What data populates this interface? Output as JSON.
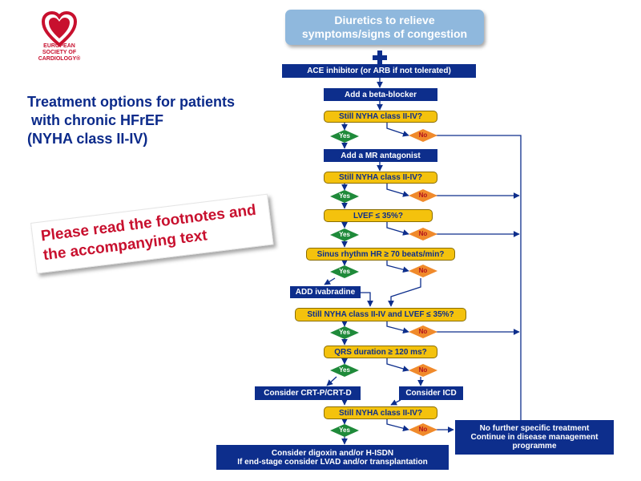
{
  "logo": {
    "text": "EUROPEAN\nSOCIETY OF\nCARDIOLOGY®",
    "icon": "esc-heart-logo"
  },
  "title": "Treatment options for patients\n with chronic HFrEF\n(NYHA class II-IV)",
  "note": "Please read the footnotes and\nthe accompanying text",
  "colors": {
    "navy": "#0d2e8c",
    "question": "#f4c20d",
    "yes": "#1f8a3a",
    "no": "#f08a2b",
    "start": "#8fb8dd",
    "note_text": "#c8102e"
  },
  "flow": {
    "start": "Diuretics to relieve\nsymptoms/signs of congestion",
    "plus_icon": "plus-icon",
    "ace": "ACE inhibitor (or ARB if not tolerated)",
    "beta": "Add a beta-blocker",
    "q1": "Still NYHA class II-IV?",
    "mra": "Add a MR antagonist",
    "q2": "Still NYHA class II-IV?",
    "q3": "LVEF ≤ 35%?",
    "q4": "Sinus rhythm HR ≥ 70 beats/min?",
    "ivab": "ADD ivabradine",
    "q5": "Still NYHA class II-IV and LVEF ≤ 35%?",
    "q6": "QRS duration ≥ 120 ms?",
    "crt": "Consider CRT-P/CRT-D",
    "icd": "Consider ICD",
    "q7": "Still NYHA class II-IV?",
    "digoxin": "Consider digoxin and/or H-ISDN\nIf end-stage consider LVAD and/or transplantation",
    "end": "No further specific treatment\nContinue in disease management\nprogramme",
    "yes": "Yes",
    "no": "No"
  }
}
